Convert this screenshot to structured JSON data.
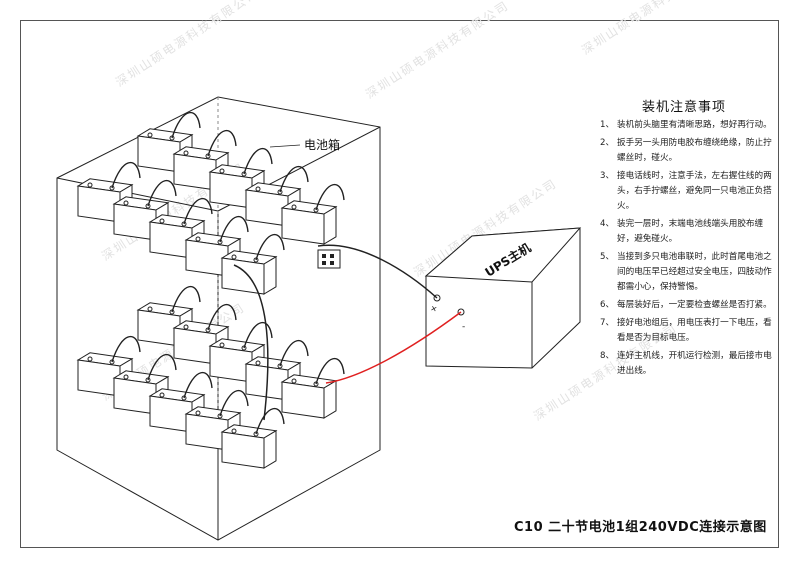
{
  "labels": {
    "battery_box": "电池箱",
    "ups": "UPS主机",
    "ups_pos": "+",
    "ups_neg": "-"
  },
  "notes": {
    "title": "装机注意事项",
    "items": [
      {
        "num": "1、",
        "text": "装机前头脑里有清晰思路，想好再行动。"
      },
      {
        "num": "2、",
        "text": "扳手另一头用防电胶布缠绕绝缘，防止拧螺丝时，碰火。"
      },
      {
        "num": "3、",
        "text": "接电话线时，注意手法，左右握住线的两头，右手拧螺丝，避免同一只电池正负搭火。"
      },
      {
        "num": "4、",
        "text": "装完一层时，末端电池线端头用胶布缠好，避免碰火。"
      },
      {
        "num": "5、",
        "text": "当接到多只电池串联时，此时首尾电池之间的电压早已经超过安全电压，四肢动作都需小心，保持警惕。"
      },
      {
        "num": "6、",
        "text": "每层装好后，一定要检查螺丝是否打紧。"
      },
      {
        "num": "7、",
        "text": "接好电池组后，用电压表打一下电压，看看是否为目标电压。"
      },
      {
        "num": "8、",
        "text": "连好主机线，开机运行检测，最后接市电进出线。"
      }
    ]
  },
  "caption": "C10 二十节电池1组240VDC连接示意图",
  "watermark": "深圳山硕电源科技有限公司",
  "colors": {
    "line": "#222222",
    "positive_cable": "#e02020",
    "watermark": "#e2e2e2"
  }
}
